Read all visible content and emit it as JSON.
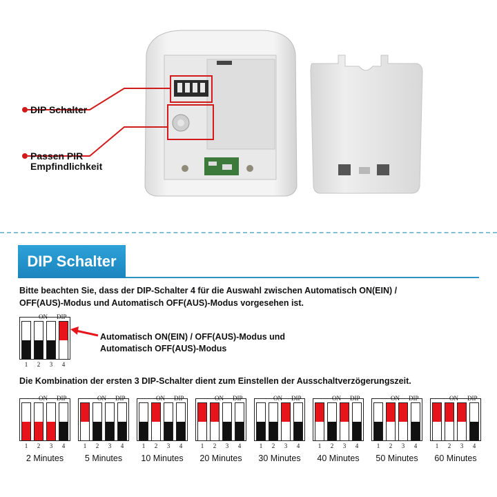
{
  "callouts": [
    {
      "label": "DIP Schalter"
    },
    {
      "label": "Passen PIR Empfindlichkeit"
    }
  ],
  "section": {
    "title": "DIP Schalter",
    "note": "Bitte beachten Sie, dass der DIP-Schalter 4 für die Auswahl zwischen Automatisch ON(EIN) / OFF(AUS)-Modus und Automatisch OFF(AUS)-Modus vorgesehen ist.",
    "note_line1": "Bitte beachten Sie, dass der DIP-Schalter 4 für die Auswahl zwischen Automatisch ON(EIN) /",
    "note_line2": "OFF(AUS)-Modus und Automatisch OFF(AUS)-Modus vorgesehen ist.",
    "mode_line1": "Automatisch ON(EIN) / OFF(AUS)-Modus und",
    "mode_line2": "Automatisch OFF(AUS)-Modus",
    "combo_note": "Die Kombination der ersten 3 DIP-Schalter dient zum Einstellen der Ausschaltverzögerungszeit."
  },
  "dip_labels": {
    "on": "ON",
    "dip": "DIP",
    "numbers": [
      "1",
      "2",
      "3",
      "4"
    ]
  },
  "colors": {
    "toggle_red": "#e8141c",
    "toggle_black": "#111111",
    "accent_blue": "#1f8fcb"
  },
  "mode_switch": {
    "positions": [
      "off",
      "off",
      "off",
      "on"
    ],
    "highlight": [
      false,
      false,
      false,
      true
    ]
  },
  "timer_settings": [
    {
      "label": "2 Minutes",
      "positions": [
        "off",
        "off",
        "off",
        "off"
      ],
      "highlight": [
        true,
        true,
        true,
        false
      ]
    },
    {
      "label": "5 Minutes",
      "positions": [
        "on",
        "off",
        "off",
        "off"
      ],
      "highlight": [
        true,
        false,
        false,
        false
      ]
    },
    {
      "label": "10 Minutes",
      "positions": [
        "off",
        "on",
        "off",
        "off"
      ],
      "highlight": [
        false,
        true,
        false,
        false
      ]
    },
    {
      "label": "20 Minutes",
      "positions": [
        "on",
        "on",
        "off",
        "off"
      ],
      "highlight": [
        true,
        true,
        false,
        false
      ]
    },
    {
      "label": "30 Minutes",
      "positions": [
        "off",
        "off",
        "on",
        "off"
      ],
      "highlight": [
        false,
        false,
        true,
        false
      ]
    },
    {
      "label": "40 Minutes",
      "positions": [
        "on",
        "off",
        "on",
        "off"
      ],
      "highlight": [
        true,
        false,
        true,
        false
      ]
    },
    {
      "label": "50 Minutes",
      "positions": [
        "off",
        "on",
        "on",
        "off"
      ],
      "highlight": [
        false,
        true,
        true,
        false
      ]
    },
    {
      "label": "60 Minutes",
      "positions": [
        "on",
        "on",
        "on",
        "off"
      ],
      "highlight": [
        true,
        true,
        true,
        false
      ]
    }
  ]
}
